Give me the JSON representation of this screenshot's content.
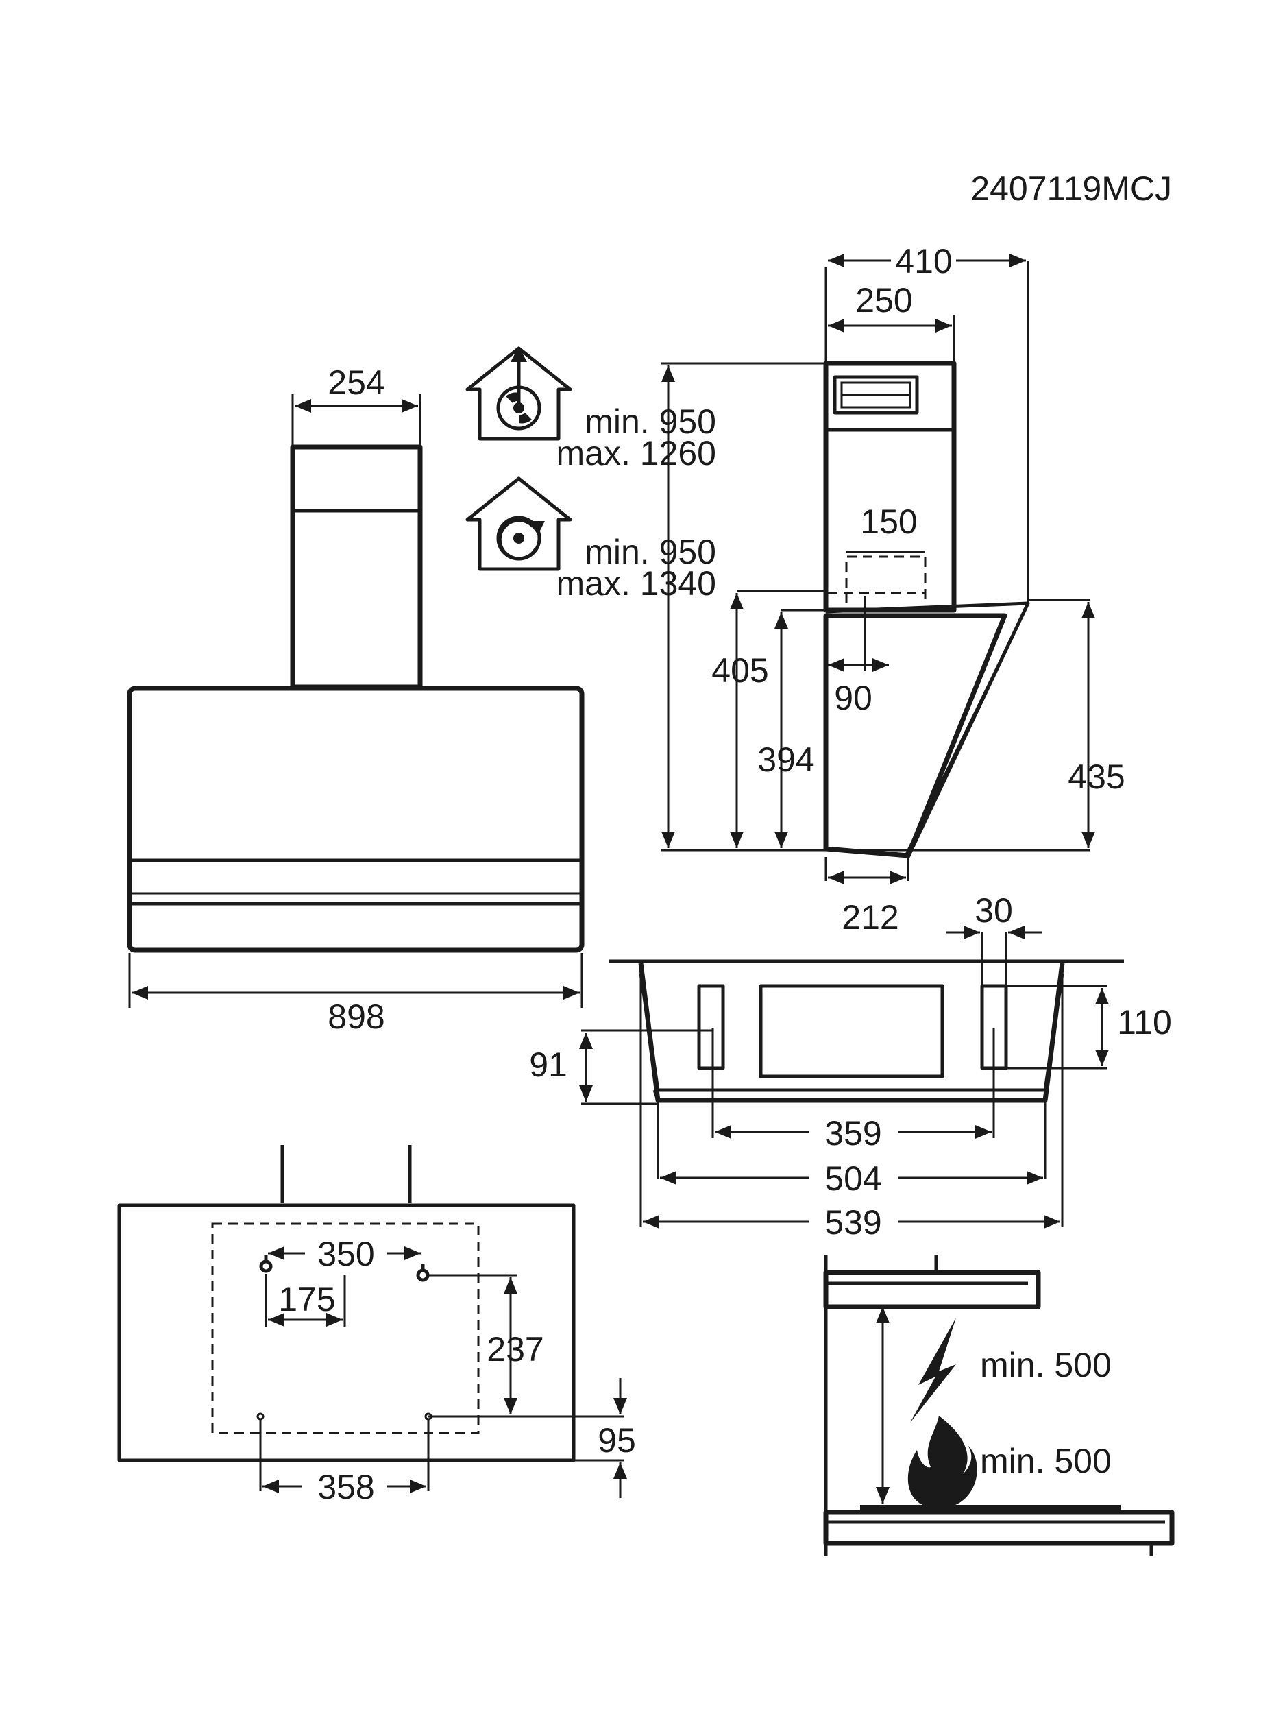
{
  "document_code": "2407119MCJ",
  "front_view": {
    "chimney_width": "254",
    "hood_width": "898"
  },
  "side_view": {
    "total_depth": "410",
    "chimney_depth": "250",
    "outlet_width": "150",
    "outlet_offset": "90",
    "height_405": "405",
    "height_394": "394",
    "glass_height": "435",
    "bottom_depth": "212"
  },
  "height_ranges": {
    "extraction": {
      "icon": "house-extraction-icon",
      "min": "min. 950",
      "max": "max. 1260"
    },
    "recirculation": {
      "icon": "house-recirculation-icon",
      "min": "min. 950",
      "max": "max. 1340"
    }
  },
  "top_view": {
    "width_30": "30",
    "height_110": "110",
    "height_91": "91",
    "width_359": "359",
    "width_504": "504",
    "width_539": "539"
  },
  "wall_template": {
    "hole_spacing_top": "350",
    "half_spacing": "175",
    "vertical_spacing": "237",
    "bottom_offset": "95",
    "hole_spacing_bottom": "358"
  },
  "clearance": {
    "electric": {
      "icon": "lightning-icon",
      "label": "min. 500"
    },
    "gas": {
      "icon": "flame-icon",
      "label": "min. 500"
    }
  }
}
